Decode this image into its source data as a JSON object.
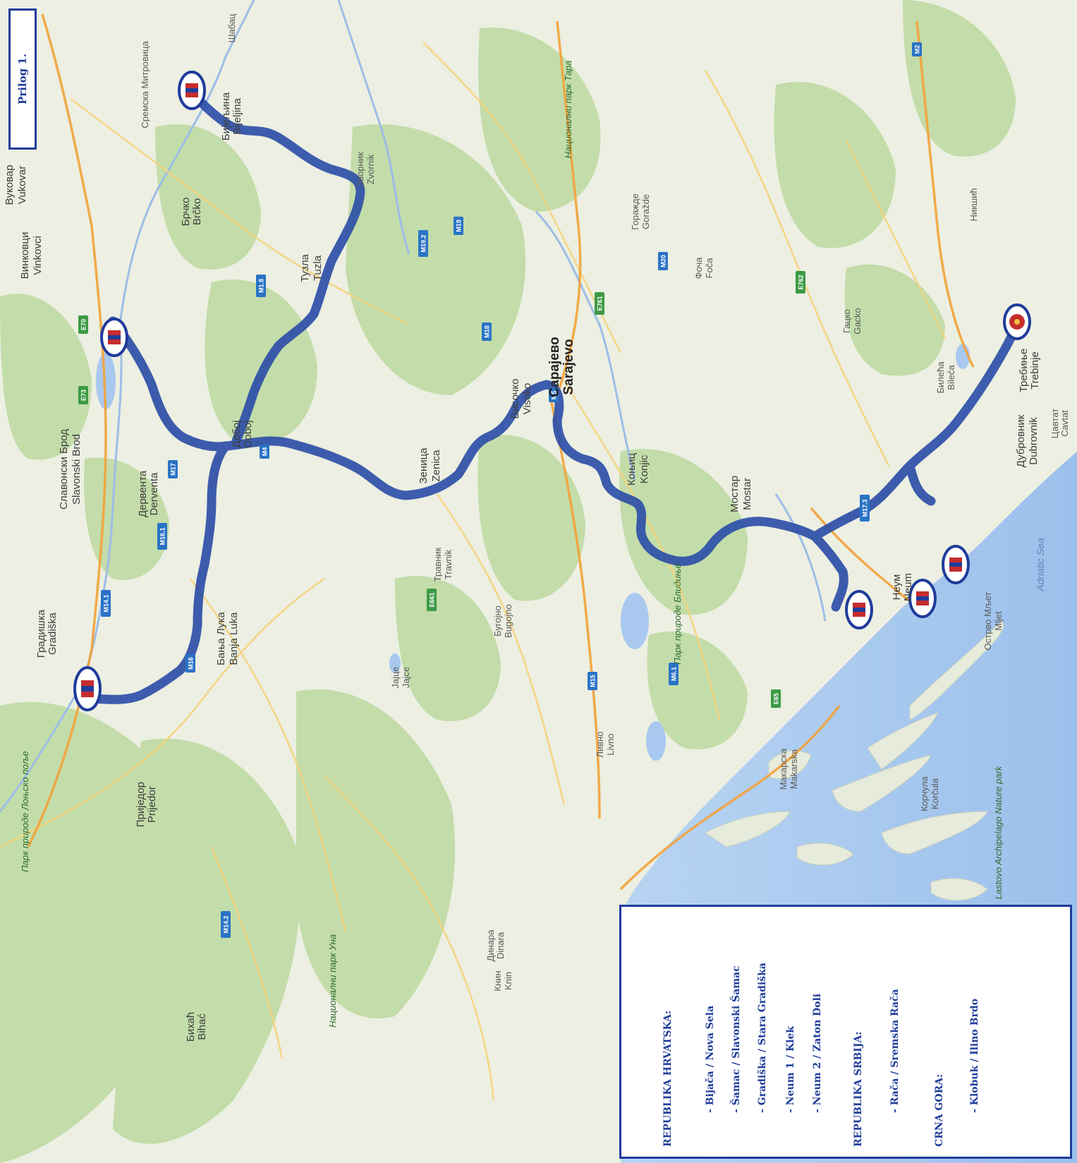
{
  "prilog": "Prilog 1.",
  "legend": {
    "hrvatska": "REPUBLIKA HRVATSKA:",
    "hr_items": [
      "- Bijača / Nova Sela",
      "- Šamac / Slavonski Šamac",
      "- Gradiška / Stara Gradiška",
      "- Neum 1 /  Klek",
      "- Neum 2 / Zaton Doli"
    ],
    "srbija": "REPUBLIKA SRBIJA:",
    "rs_items": [
      "- Rača / Sremska Rača"
    ],
    "crna_gora": "CRNA GORA:",
    "cg_items": [
      "- Klobuk / Ilino Brdo"
    ]
  },
  "cities": {
    "sarajevo": "Сарајево",
    "sarajevo_lat": "Sarajevo",
    "mostar": "Мостар",
    "mostar_lat": "Mostar",
    "banja_luka": "Бања Лука",
    "banja_luka_lat": "Banja Luka",
    "tuzla": "Тузла",
    "tuzla_lat": "Tuzla",
    "zenica": "Зеница",
    "zenica_lat": "Zenica",
    "doboj": "Добој",
    "doboj_lat": "Doboj",
    "bijeljina": "Бијељина",
    "bijeljina_lat": "Bijeljina",
    "brcko": "Брчко",
    "brcko_lat": "Brčko",
    "konjic": "Коњиц",
    "konjic_lat": "Konjic",
    "visoko": "Височко",
    "visoko_lat": "Visoko",
    "trebinje": "Требиње",
    "trebinje_lat": "Trebinje",
    "dubrovnik": "Дубровник",
    "dubrovnik_lat": "Dubrovnik",
    "neum": "Неум",
    "neum_lat": "Neum",
    "bihac": "Бихаћ",
    "bihac_lat": "Bihać",
    "prijedor": "Приједор",
    "prijedor_lat": "Prijedor",
    "gradiska": "Градишка",
    "gradiska_lat": "Gradiška",
    "derventa": "Дервента",
    "derventa_lat": "Derventa",
    "slavonski_brod": "Славонски Брод",
    "slavonski_brod_lat": "Slavonski Brod",
    "vinkovci": "Винковци",
    "vinkovci_lat": "Vinkovci",
    "vukovar": "Вуковар",
    "vukovar_lat": "Vukovar",
    "sabac": "Шабац",
    "sremska_mitrovica": "Сремска Митровица",
    "zvornik": "Зворник",
    "zvornik_lat": "Zvornik",
    "foca": "Фоча",
    "foca_lat": "Foča",
    "gorazde": "Горажде",
    "gorazde_lat": "Goražde",
    "niksic": "Никшић",
    "bileca": "Билећа",
    "bileca_lat": "Bileća",
    "livno": "Ливно",
    "livno_lat": "Livno",
    "jajce": "Јајце",
    "jajce_lat": "Jajce",
    "travnik": "Травник",
    "travnik_lat": "Travnik",
    "bugojno": "Бугојно",
    "bugojno_lat": "Bugojno",
    "gacko": "Гацко",
    "gacko_lat": "Gacko",
    "knin": "Книн",
    "knin_lat": "Knin",
    "makarska": "Макарска",
    "makarska_lat": "Makarska",
    "korcula": "Корчула",
    "korcula_lat": "Korčula",
    "mljet": "Острво Мљет",
    "mljet_lat": "Mljet",
    "cavtat": "Цавтат",
    "cavtat_lat": "Cavtat",
    "dinara": "Динара",
    "dinara_lat": "Dinara"
  },
  "parks": {
    "tara": "Национални парк Тара",
    "una": "Национални парк Уна",
    "lonjsko": "Парк природе Лоњско поље",
    "lastovo": "Lastovo Archipelago Nature park",
    "blidinje": "Парк природе Блидиње"
  },
  "sea": "Adriatic Sea",
  "roads": [
    "E70",
    "M17",
    "M4",
    "M5",
    "M18",
    "M19",
    "M20",
    "E73",
    "E65",
    "E661",
    "E761",
    "E762",
    "M16",
    "M15",
    "M14.1",
    "M6.1",
    "M17.3",
    "M2",
    "M16.1",
    "M1.8",
    "M19.2",
    "M14.2"
  ],
  "colors": {
    "route": "#2e4fa8",
    "legend_text": "#1f3c9a",
    "sea": "#a8c8ef",
    "forest": "#b9d79b",
    "land": "#ecefe1"
  }
}
